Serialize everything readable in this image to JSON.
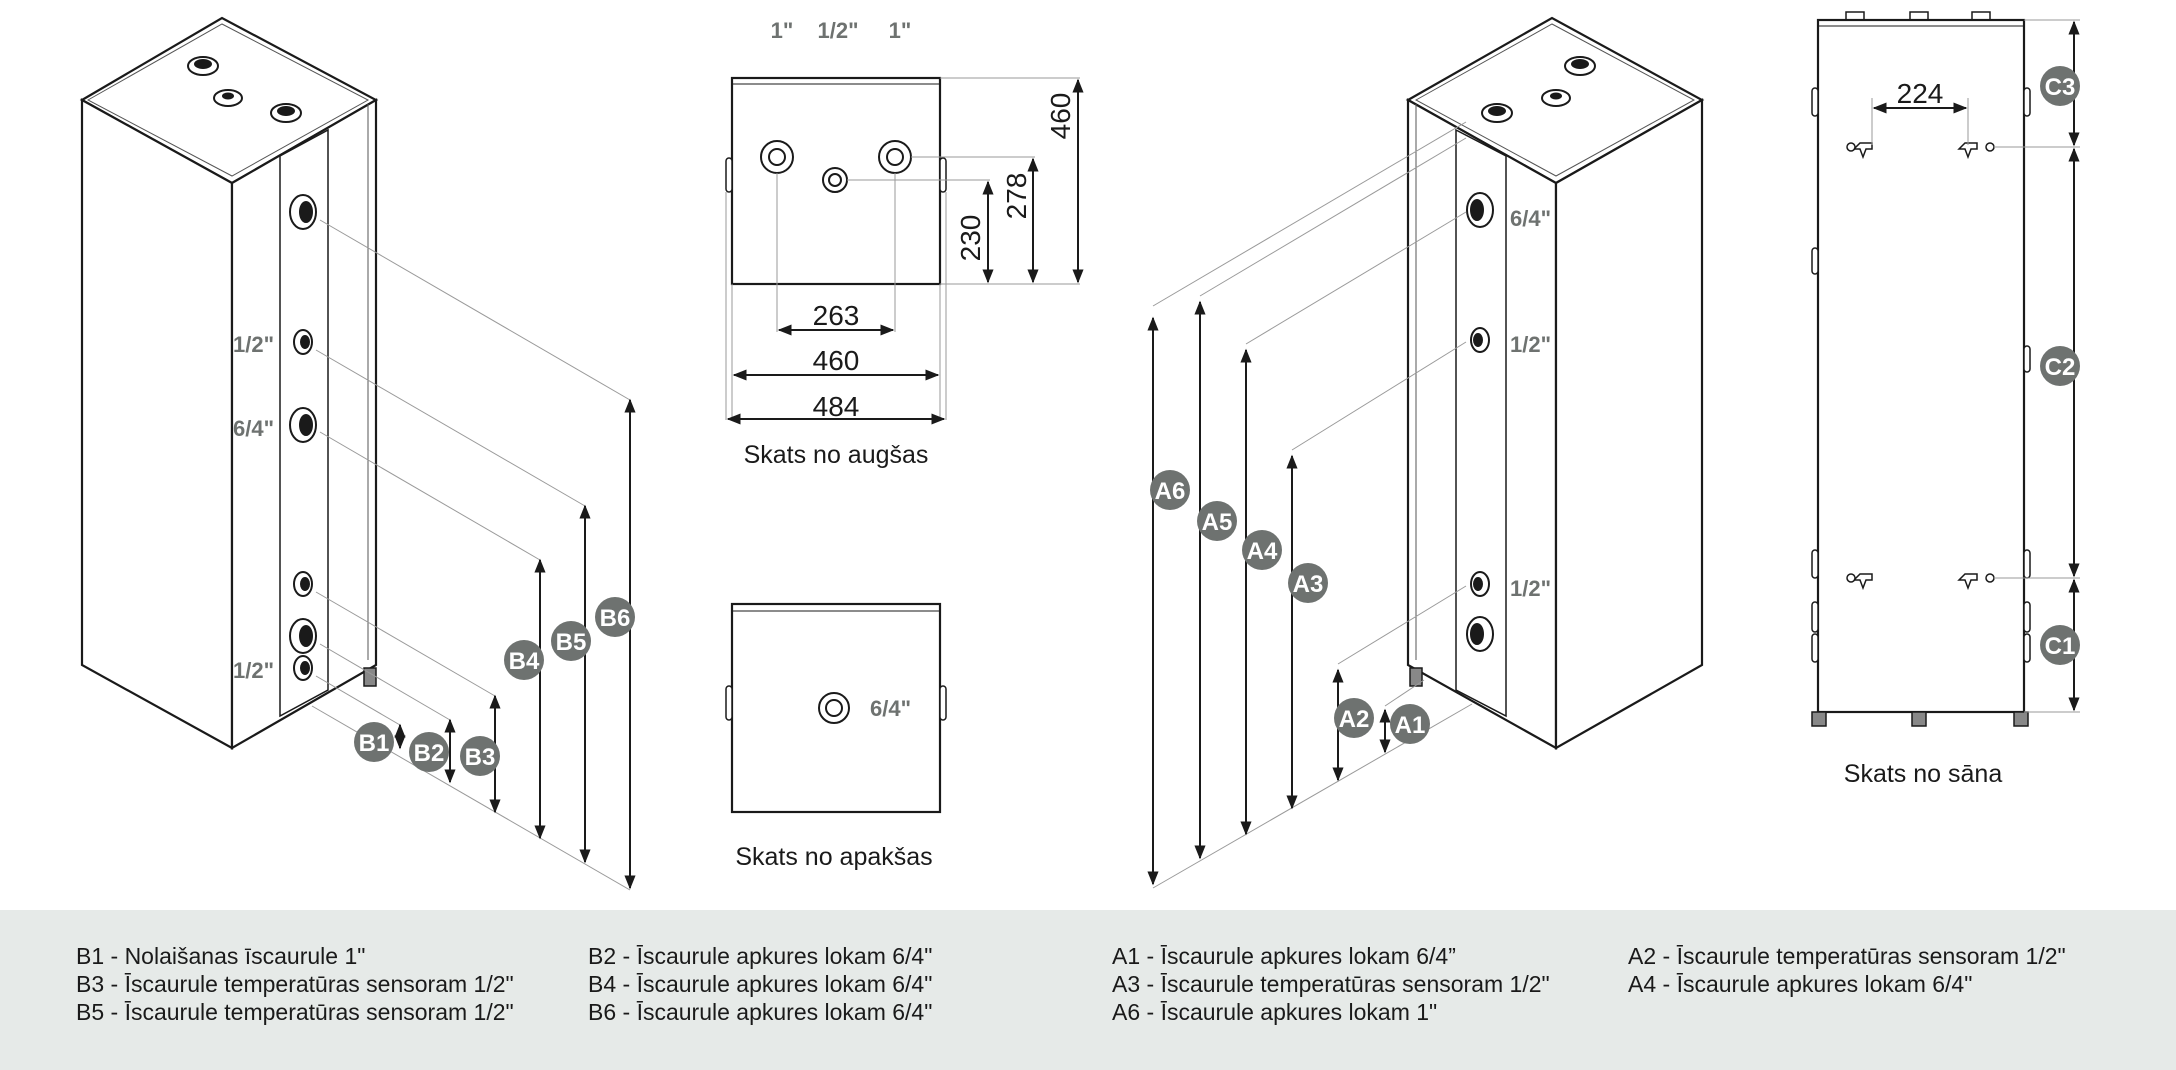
{
  "top_view": {
    "pipe_labels": [
      "1\"",
      "1/2\"",
      "1\""
    ],
    "dims": [
      "460",
      "278",
      "230",
      "263",
      "460",
      "484"
    ],
    "caption": "Skats no augšas"
  },
  "bottom_view": {
    "pipe_label": "6/4\"",
    "caption": "Skats no apakšas"
  },
  "side_view": {
    "dim": "224",
    "badges": [
      "C3",
      "C2",
      "C1"
    ],
    "caption": "Skats no sāna"
  },
  "left_unit": {
    "pipe_labels": [
      "1/2\"",
      "6/4\"",
      "1/2\""
    ],
    "badges": [
      "B1",
      "B2",
      "B3",
      "B4",
      "B5",
      "B6"
    ]
  },
  "right_unit": {
    "pipe_labels": [
      "6/4\"",
      "1/2\"",
      "1/2\""
    ],
    "badges": [
      "A6",
      "A5",
      "A4",
      "A3",
      "A2",
      "A1"
    ]
  },
  "legend": {
    "col1": [
      "B1 - Nolaišanas īscaurule 1\"",
      "B3 - Īscaurule temperatūras sensoram 1/2\"",
      "B5 - Īscaurule temperatūras sensoram 1/2\""
    ],
    "col2": [
      "B2 - Īscaurule apkures lokam 6/4\"",
      "B4 - Īscaurule apkures lokam 6/4\"",
      "B6 - Īscaurule apkures lokam 6/4\""
    ],
    "col3": [
      "A1 - Īscaurule apkures lokam 6/4”",
      "A3 - Īscaurule temperatūras sensoram 1/2\"",
      "A6 - Īscaurule apkures lokam 1\""
    ],
    "col4": [
      "A2 - Īscaurule temperatūras sensoram 1/2\"",
      "A4 - Īscaurule apkures lokam 6/4\""
    ]
  },
  "colors": {
    "badge": "#6e7270",
    "legend_bg": "#e6eae8",
    "line": "#1a1a1a"
  }
}
